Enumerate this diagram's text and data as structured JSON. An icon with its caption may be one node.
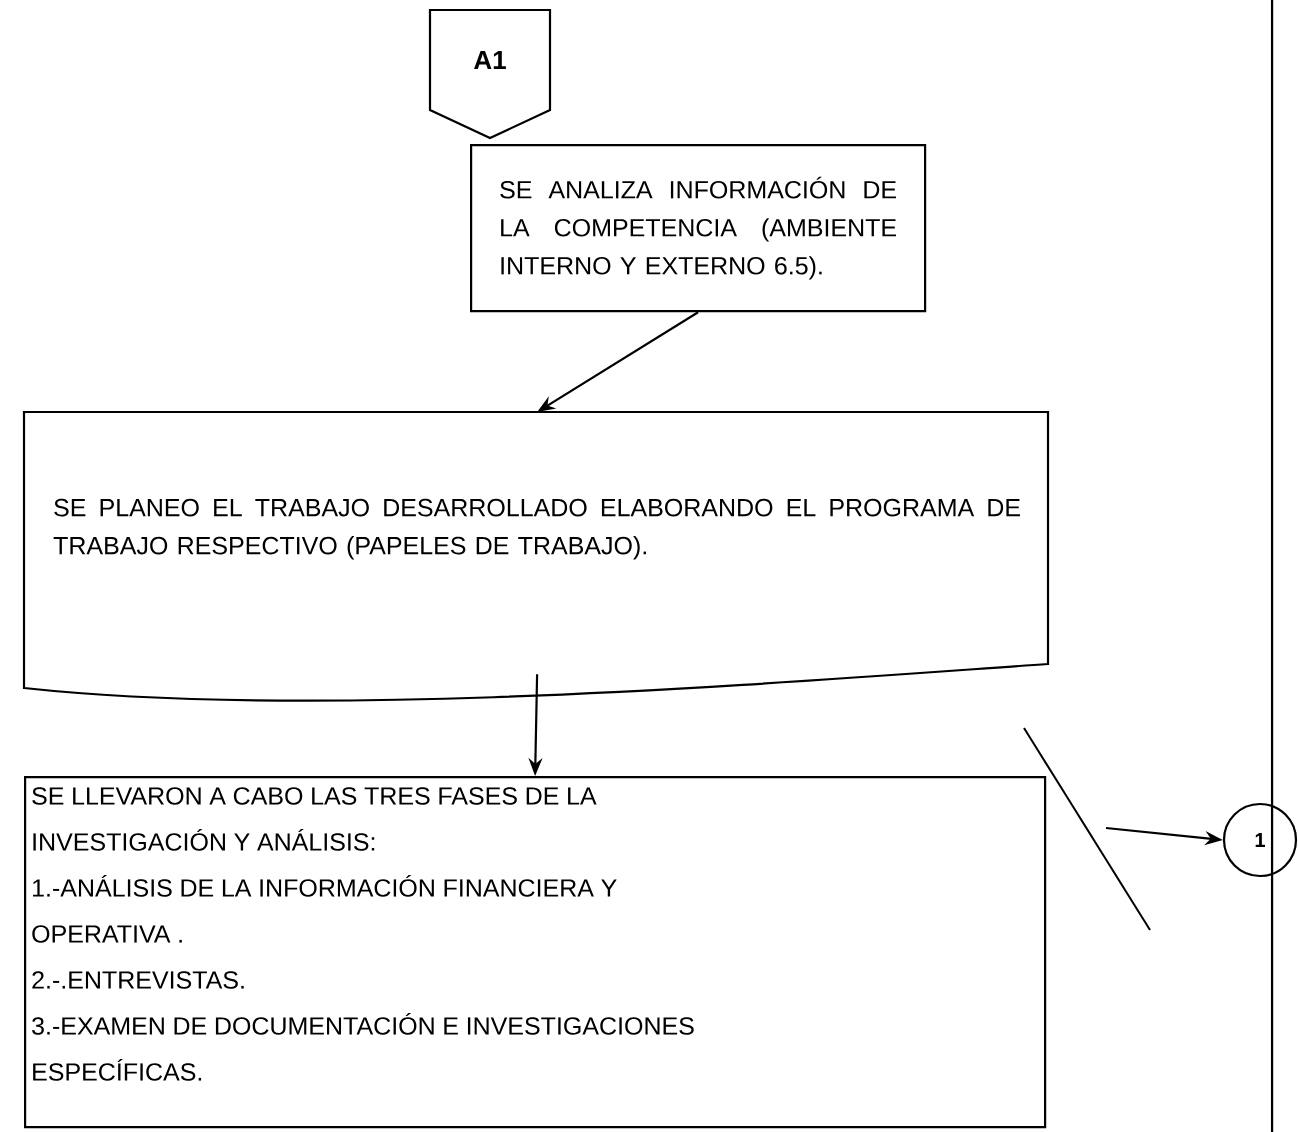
{
  "diagram": {
    "nodes": [
      {
        "text": [
          "A1"
        ]
      },
      {
        "text": [
          "SE ANALIZA INFORMACIÓN DE LA COMPETENCIA (AMBIENTE INTERNO Y EXTERNO 6.5)."
        ]
      },
      {
        "text": [
          "SE PLANEO EL TRABAJO DESARROLLADO ELABORANDO EL PROGRAMA DE TRABAJO RESPECTIVO (PAPELES DE TRABAJO)."
        ]
      },
      {
        "text": [
          "SE LLEVARON A CABO LAS TRES FASES DE LA INVESTIGACIÓN Y ANÁLISIS:",
          "1.-ANÁLISIS DE LA INFORMACIÓN FINANCIERA Y  OPERATIVA .",
          "2.-.ENTREVISTAS.",
          "3.-EXAMEN DE DOCUMENTACIÓN E INVESTIGACIONES ESPECÍFICAS."
        ]
      },
      {
        "text": [
          "1"
        ]
      }
    ],
    "edges": [
      {
        "from": 1,
        "to": 2,
        "arrow": "to"
      },
      {
        "from": 2,
        "to": 3,
        "arrow": "to"
      },
      {
        "from": null,
        "to": 4,
        "arrow": "to"
      }
    ]
  }
}
